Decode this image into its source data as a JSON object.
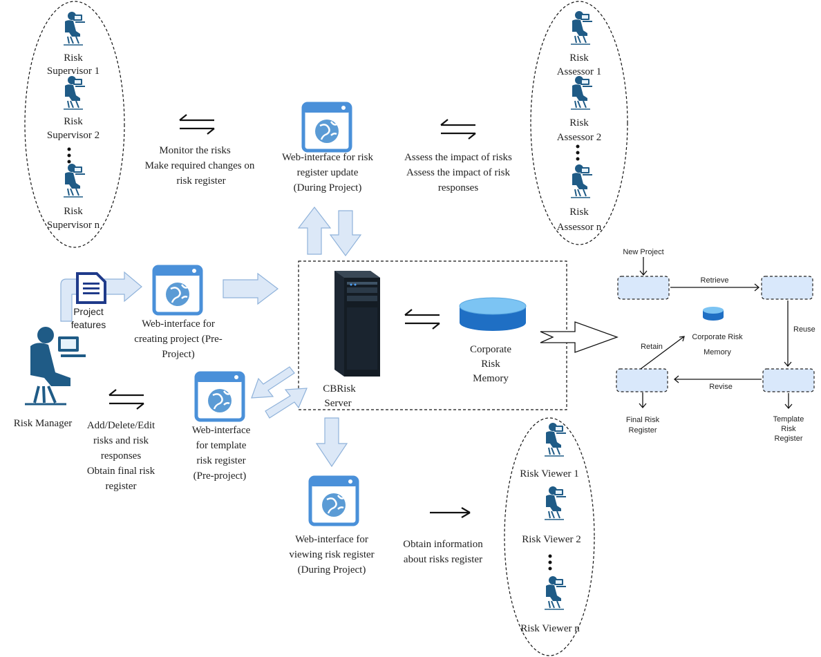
{
  "colors": {
    "person": "#1f5b86",
    "window_frame": "#4a90d9",
    "window_globe": "#5b9bd5",
    "arrow_fill": "#dce8f7",
    "arrow_stroke": "#8fb2da",
    "cylinder_top": "#7cc4f3",
    "cylinder_body": "#1f6fc4",
    "server": "#1d2733",
    "doc_icon": "#1f3a8a"
  },
  "supervisors": {
    "items": [
      {
        "line1": "Risk",
        "line2": "Supervisor 1"
      },
      {
        "line1": "Risk",
        "line2": "Supervisor 2"
      },
      {
        "line1": "Risk",
        "line2": "Supervisor n"
      }
    ]
  },
  "assessors": {
    "items": [
      {
        "line1": "Risk",
        "line2": "Assessor 1"
      },
      {
        "line1": "Risk",
        "line2": "Assessor 2"
      },
      {
        "line1": "Risk",
        "line2": "Assessor n"
      }
    ]
  },
  "viewers": {
    "items": [
      "Risk Viewer 1",
      "Risk Viewer 2",
      "Risk Viewer n"
    ]
  },
  "supervisor_action": [
    "Monitor the risks",
    "Make required changes on",
    "risk register"
  ],
  "assessor_action": [
    "Assess the impact of risks",
    "Assess the impact of risk",
    "responses"
  ],
  "update_interface": [
    "Web-interface for risk",
    "register update",
    "(During Project)"
  ],
  "project_features": [
    "Project",
    "features"
  ],
  "creating_interface": [
    "Web-interface for",
    "creating project (Pre-",
    "Project)"
  ],
  "server_label": [
    "CBRisk",
    "Server"
  ],
  "memory_label": [
    "Corporate",
    "Risk",
    "Memory"
  ],
  "manager_label": "Risk Manager",
  "manager_action": [
    "Add/Delete/Edit",
    "risks and risk",
    "responses",
    "Obtain final risk",
    "register"
  ],
  "template_interface": [
    "Web-interface",
    "for template",
    "risk register",
    "(Pre-project)"
  ],
  "viewing_interface": [
    "Web-interface for",
    "viewing risk register",
    "(During Project)"
  ],
  "viewer_action": [
    "Obtain information",
    "about risks register"
  ],
  "cbr_cycle": {
    "new_project": "New Project",
    "retrieve": "Retrieve",
    "reuse": "Reuse",
    "revise": "Revise",
    "retain": "Retain",
    "memory": [
      "Corporate Risk",
      "Memory"
    ],
    "final": [
      "Final Risk",
      "Register"
    ],
    "template": [
      "Template",
      "Risk",
      "Register"
    ]
  }
}
